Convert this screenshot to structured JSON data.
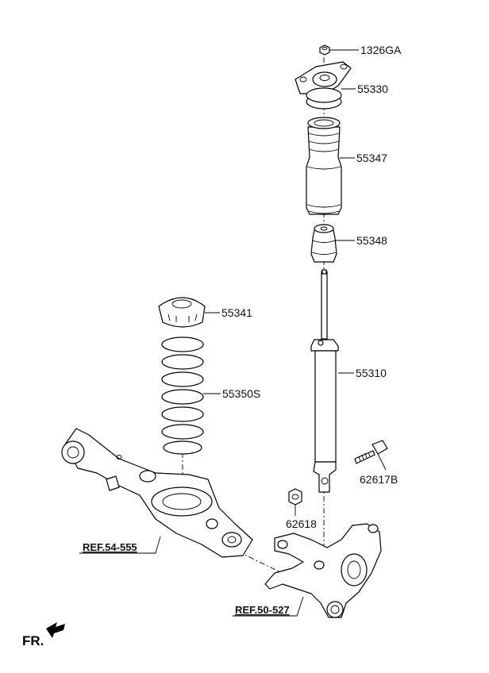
{
  "parts": {
    "p1326ga": "1326GA",
    "p55330": "55330",
    "p55347": "55347",
    "p55348": "55348",
    "p55341": "55341",
    "p55310": "55310",
    "p55350s": "55350S",
    "p62617b": "62617B",
    "p62618": "62618"
  },
  "refs": {
    "trailing_arm": "REF.54-555",
    "knuckle": "REF.50-527"
  },
  "orientation": {
    "label": "FR."
  }
}
